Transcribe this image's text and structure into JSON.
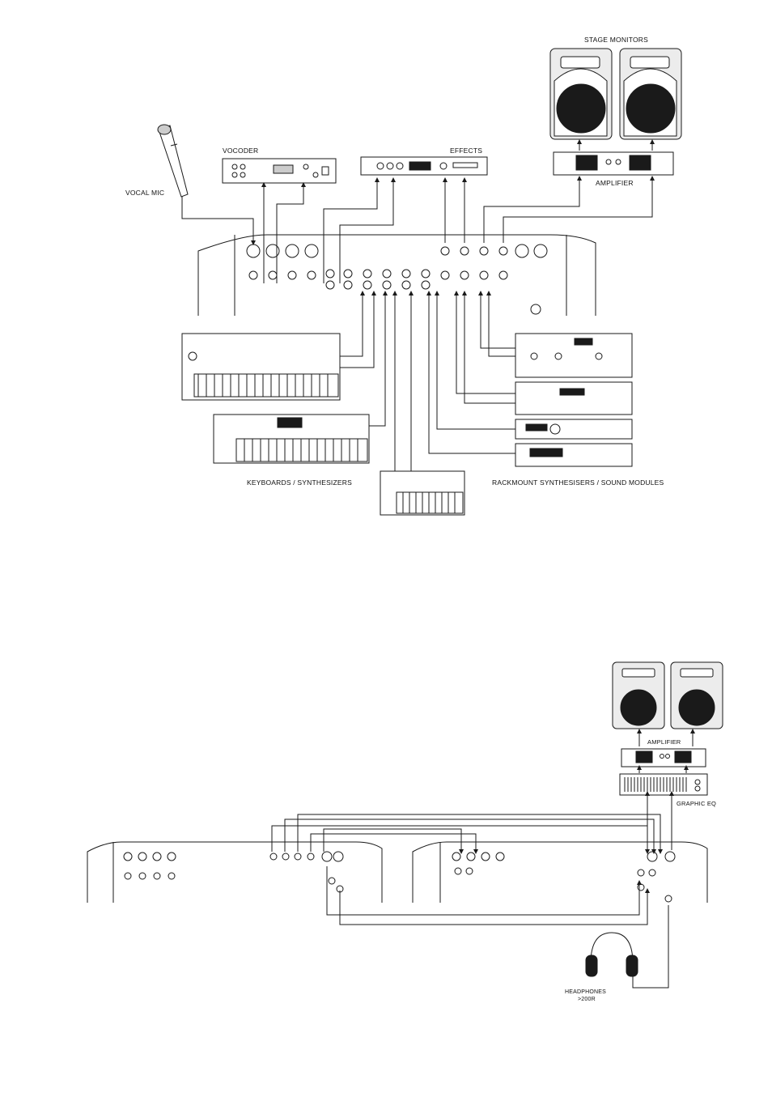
{
  "diagram1": {
    "labels": {
      "stage_monitors": "STAGE MONITORS",
      "vocoder": "VOCODER",
      "effects": "EFFECTS",
      "vocal_mic": "VOCAL MIC",
      "amplifier": "AMPLIFIER",
      "keyboards": "KEYBOARDS / SYNTHESIZERS",
      "rackmount": "RACKMOUNT SYNTHESISERS / SOUND MODULES"
    }
  },
  "diagram2": {
    "labels": {
      "amplifier": "AMPLIFIER",
      "graphic_eq": "GRAPHIC EQ",
      "headphones": "HEADPHONES",
      "impedance": ">200R"
    }
  },
  "colors": {
    "ink": "#1a1a1a",
    "panel": "#ffffff",
    "shade": "#e8e8e8"
  }
}
